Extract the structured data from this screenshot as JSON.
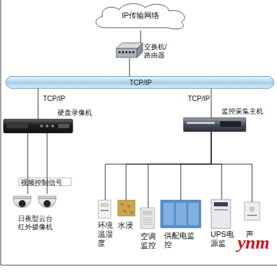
{
  "diagram": {
    "nodes": [
      {
        "text": [
          "IP传输网络"
        ]
      },
      {
        "text": [
          "交换机/路由器"
        ]
      },
      {
        "text": [
          "TCP/IP"
        ]
      },
      {
        "text": [
          "硬盘录像机"
        ]
      },
      {
        "text": [
          "监控采集主机"
        ]
      },
      {
        "text": [
          "日夜型云台红外摄像机"
        ]
      },
      {
        "text": [
          "环境温湿度"
        ]
      },
      {
        "text": [
          "水浸"
        ]
      },
      {
        "text": [
          "空调监控"
        ]
      },
      {
        "text": [
          "供配电监控"
        ]
      },
      {
        "text": [
          "UPS电源监"
        ]
      },
      {
        "text": [
          "声"
        ]
      }
    ],
    "edges": [
      {
        "from": 0,
        "to": 1,
        "arrow": "none"
      },
      {
        "from": 1,
        "to": 2,
        "arrow": "none"
      },
      {
        "from": 2,
        "to": 3,
        "label": "TCP/IP",
        "arrow": "none"
      },
      {
        "from": 2,
        "to": 4,
        "label": "TCP/IP",
        "arrow": "none"
      },
      {
        "from": 3,
        "to": 5,
        "label": "视频控制信号",
        "arrow": "none"
      },
      {
        "from": 4,
        "to": 6,
        "arrow": "none"
      },
      {
        "from": 4,
        "to": 7,
        "arrow": "none"
      },
      {
        "from": 4,
        "to": 8,
        "arrow": "none"
      },
      {
        "from": 4,
        "to": 9,
        "arrow": "none"
      },
      {
        "from": 4,
        "to": 10,
        "arrow": "none"
      },
      {
        "from": 4,
        "to": 11,
        "arrow": "none"
      }
    ],
    "labels": [
      "ynm"
    ]
  }
}
